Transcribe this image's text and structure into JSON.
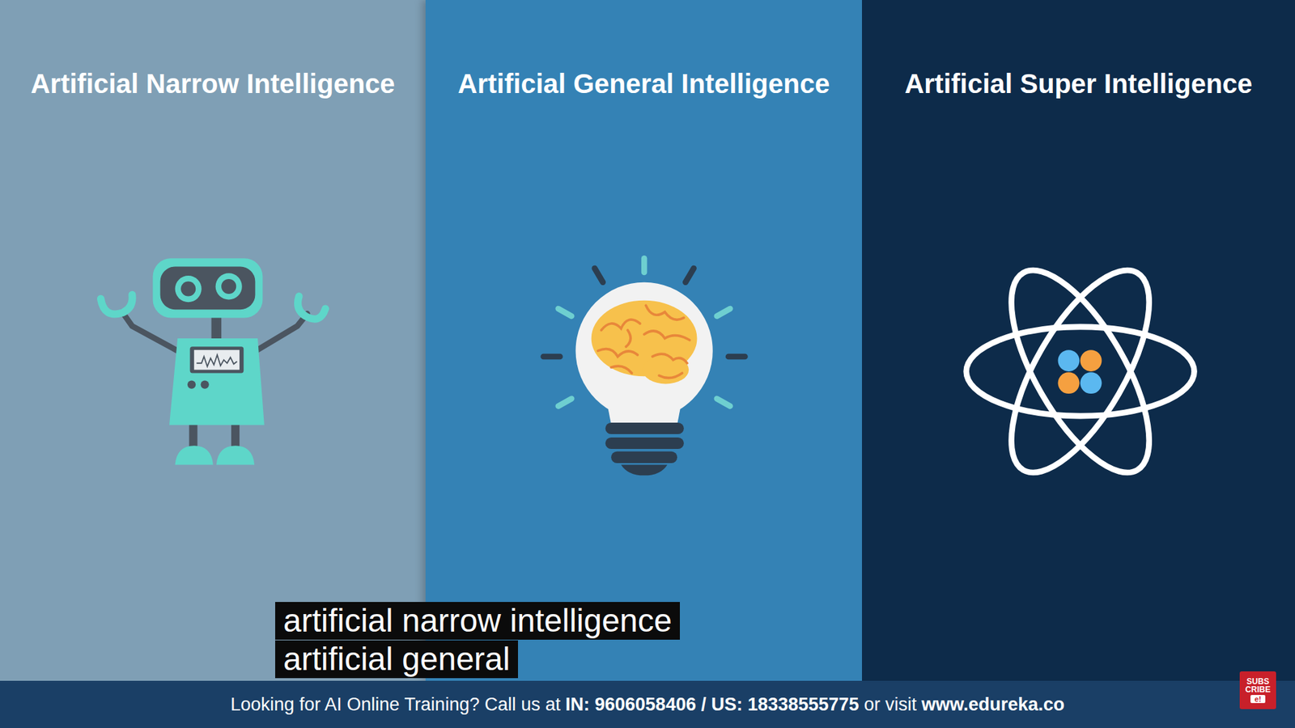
{
  "diagram": {
    "nodes": [
      {
        "text": [
          "Artificial Narrow Intelligence"
        ]
      },
      {
        "text": [
          "Artificial General Intelligence"
        ]
      },
      {
        "text": [
          "Artificial Super Intelligence"
        ]
      }
    ],
    "labels": [
      "artificial narrow intelligence",
      "artificial general",
      "Looking for AI Online Training? Call us at",
      "IN: 9606058406 / US: 18338555775",
      "or visit",
      "www.edureka.co",
      "SUBS",
      "CRIBE",
      "e!"
    ]
  }
}
